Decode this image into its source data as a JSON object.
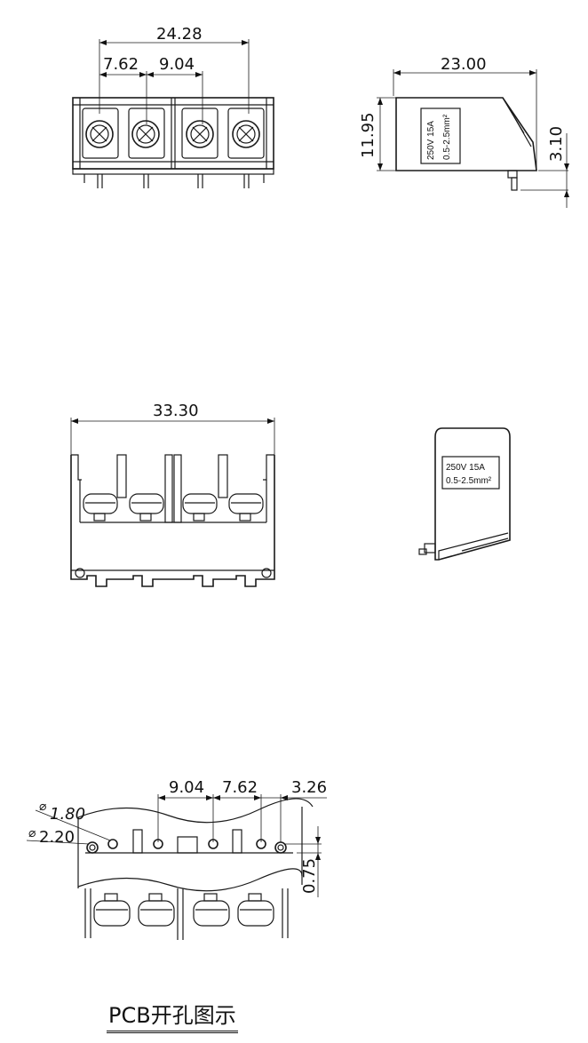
{
  "views": {
    "top": {
      "overall": "24.28",
      "pitch_a": "7.62",
      "pitch_b": "9.04"
    },
    "side": {
      "width": "23.00",
      "height": "11.95",
      "pin_height": "3.10",
      "rating_line1": "250V  15A",
      "rating_line2": "0.5-2.5mm²"
    },
    "front": {
      "overall": "33.30"
    },
    "end": {
      "rating_line1": "250V  15A",
      "rating_line2": "0.5-2.5mm²"
    },
    "pcb": {
      "pitch_b": "9.04",
      "pitch_a": "7.62",
      "edge": "3.26",
      "hole_small": "1.80",
      "hole_large": "2.20",
      "offset": "0.75"
    }
  },
  "caption": "PCB开孔图示"
}
